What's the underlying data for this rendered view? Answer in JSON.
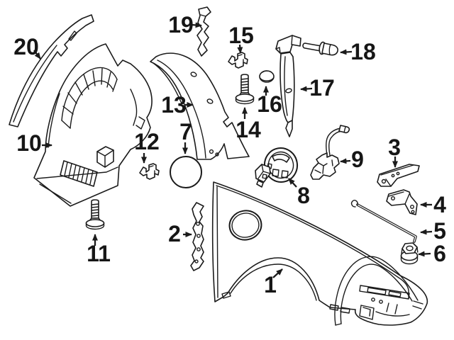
{
  "figure": {
    "kind": "exploded-parts-diagram",
    "background": "#ffffff",
    "line_color": "#1b1b1b",
    "callout_count": "20"
  },
  "callouts": [
    {
      "label": "1"
    },
    {
      "label": "2"
    },
    {
      "label": "3"
    },
    {
      "label": "4"
    },
    {
      "label": "5"
    },
    {
      "label": "6"
    },
    {
      "label": "7"
    },
    {
      "label": "8"
    },
    {
      "label": "9"
    },
    {
      "label": "10"
    },
    {
      "label": "11"
    },
    {
      "label": "12"
    },
    {
      "label": "13"
    },
    {
      "label": "14"
    },
    {
      "label": "15"
    },
    {
      "label": "16"
    },
    {
      "label": "17"
    },
    {
      "label": "18"
    },
    {
      "label": "19"
    },
    {
      "label": "20"
    }
  ]
}
